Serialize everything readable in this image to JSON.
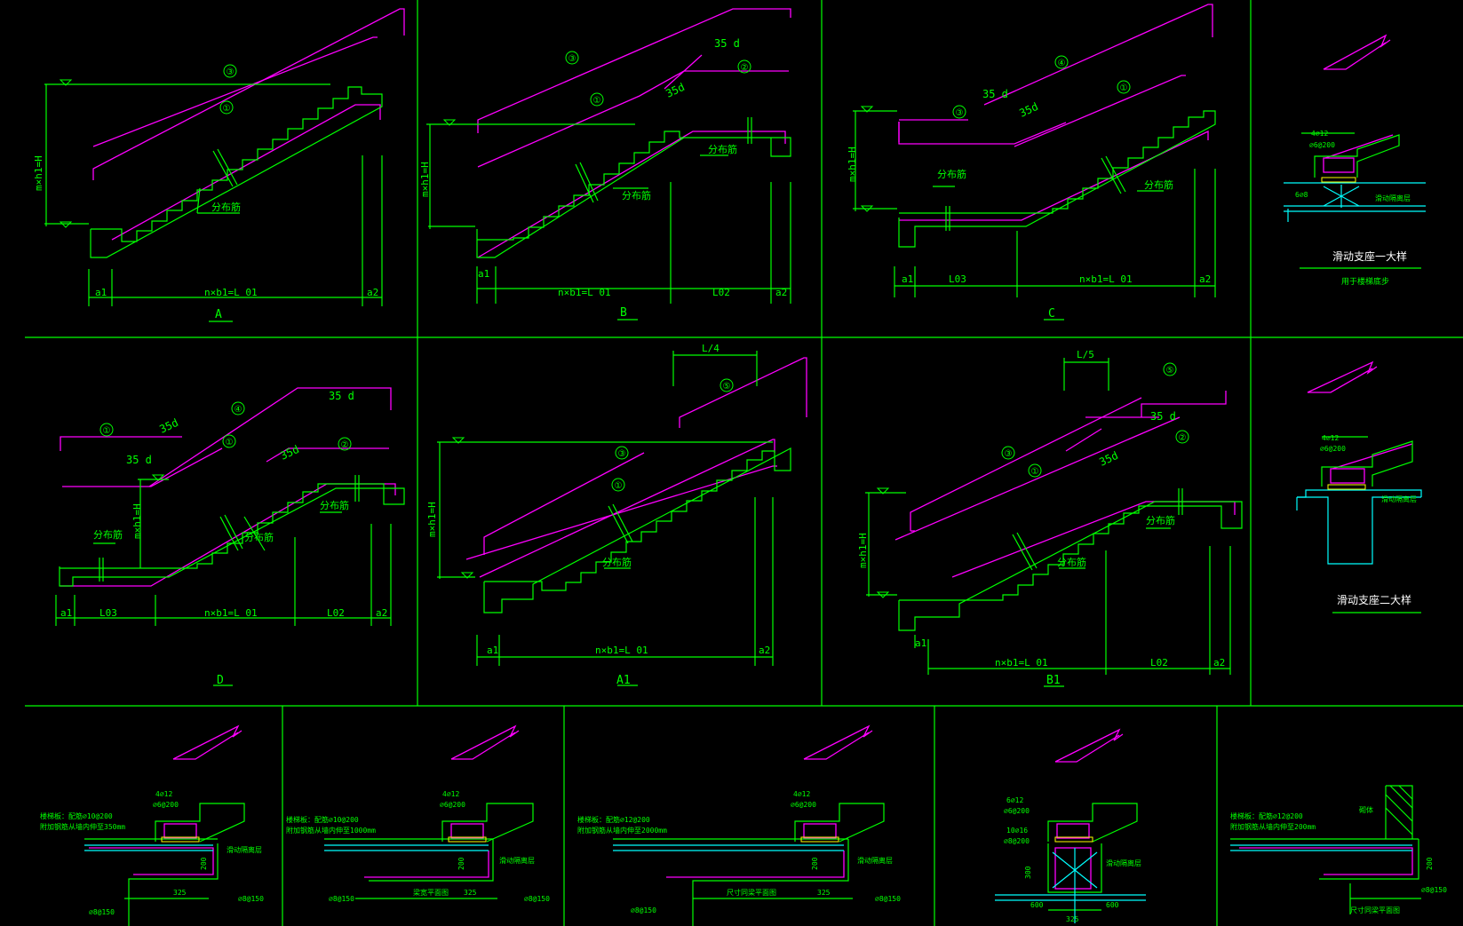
{
  "colors": {
    "background": "#000000",
    "frame": "#00ff00",
    "dimension": "#00ff00",
    "concrete": "#00ff00",
    "rebar": "#ff00ff",
    "cyan": "#00ffff",
    "white": "#ffffff",
    "yellow_hatch": "#ffff00"
  },
  "panels": {
    "A": {
      "caption": "A",
      "height_label": "m×h1=H",
      "dims": [
        "a1",
        "n×b1=L 01",
        "a2"
      ],
      "bar_tags": [
        "③",
        "①"
      ],
      "annotations": [
        "分布筋"
      ]
    },
    "B": {
      "caption": "B",
      "height_label": "m×h1=H",
      "dims": [
        "a1",
        "n×b1=L 01",
        "L02",
        "a2"
      ],
      "bar_tags": [
        "③",
        "②",
        "①"
      ],
      "anchor_labels": [
        "35 d",
        "35d"
      ],
      "annotations": [
        "分布筋",
        "分布筋"
      ],
      "small_dim": "a1"
    },
    "C": {
      "caption": "C",
      "height_label": "m×h1=H",
      "dims": [
        "a1",
        "L03",
        "n×b1=L 01",
        "a2"
      ],
      "bar_tags": [
        "③",
        "④",
        "①"
      ],
      "anchor_labels": [
        "35 d",
        "35d"
      ],
      "annotations": [
        "分布筋",
        "分布筋"
      ]
    },
    "D": {
      "caption": "D",
      "height_label": "m×h1=H",
      "dims": [
        "a1",
        "L03",
        "n×b1=L 01",
        "L02",
        "a2"
      ],
      "bar_tags": [
        "①",
        "④",
        "①",
        "②"
      ],
      "anchor_labels": [
        "35 d",
        "35 d",
        "35d",
        "35d"
      ],
      "annotations": [
        "分布筋",
        "分布筋",
        "分布筋"
      ]
    },
    "A1": {
      "caption": "A1",
      "height_label": "m×h1=H",
      "dims": [
        "a1",
        "n×b1=L 01",
        "a2"
      ],
      "top_dim": "L/4",
      "bar_tags": [
        "⑤",
        "③",
        "①"
      ],
      "annotations": [
        "分布筋"
      ]
    },
    "B1": {
      "caption": "B1",
      "height_label": "m×h1=H",
      "dims": [
        "a1",
        "n×b1=L 01",
        "L02",
        "a2"
      ],
      "top_dim": "L/5",
      "bar_tags": [
        "⑤",
        "②",
        "③",
        "①"
      ],
      "anchor_labels": [
        "35 d",
        "35d"
      ],
      "annotations": [
        "分布筋",
        "分布筋"
      ]
    },
    "detail1": {
      "title": "滑动支座一大样",
      "subtitle": "用于楼梯底步",
      "labels": [
        "4⌀12",
        "⌀6@200",
        "6⌀8",
        "滑动隔离层"
      ]
    },
    "detail2": {
      "title": "滑动支座二大样",
      "labels": [
        "4⌀12",
        "⌀6@200",
        "滑动隔离层"
      ]
    },
    "bottom": [
      {
        "labels": [
          "4⌀12",
          "⌀6@200",
          "楼梯板：配筋⌀10@200",
          "附加钢筋从墙内伸至350mm",
          "滑动隔离层",
          "200",
          "325",
          "⌀8@150",
          "⌀8@150"
        ]
      },
      {
        "labels": [
          "4⌀12",
          "⌀6@200",
          "楼梯板：配筋⌀10@200",
          "附加钢筋从墙内伸至1000mm",
          "滑动隔离层",
          "200",
          "梁宽平面图",
          "325",
          "⌀8@150",
          "⌀8@150"
        ]
      },
      {
        "labels": [
          "4⌀12",
          "⌀6@200",
          "楼梯板：配筋⌀12@200",
          "附加钢筋从墙内伸至2000mm",
          "滑动隔离层",
          "200",
          "尺寸同梁平面图",
          "325",
          "⌀8@150",
          "⌀8@150"
        ]
      },
      {
        "labels": [
          "6⌀12",
          "⌀6@200",
          "10⌀16",
          "⌀8@200",
          "滑动隔离层",
          "300",
          "600",
          "600",
          "325"
        ]
      },
      {
        "labels": [
          "楼梯板：配筋⌀12@200",
          "附加钢筋从墙内伸至200mm",
          "砌体",
          "200",
          "⌀8@150",
          "尺寸同梁平面图"
        ]
      }
    ]
  }
}
